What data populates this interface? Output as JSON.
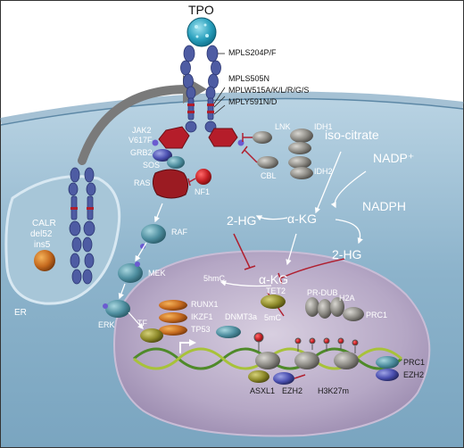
{
  "labels": {
    "tpo": "TPO",
    "mut1": "MPLS204P/F",
    "mut2": "MPLS505N",
    "mut3": "MPLW515A/K/L/R/G/S",
    "mut4": "MPLY591N/D",
    "jak2": "JAK2",
    "v617f": "V617F",
    "grb2": "GRB2",
    "sos": "SOS",
    "ras": "RAS",
    "nf1": "NF1",
    "lnk": "LNK",
    "cbl": "CBL",
    "idh1": "IDH1",
    "idh2": "IDH2",
    "isocitrate": "iso-citrate",
    "nadp": "NADP⁺",
    "nadph": "NADPH",
    "two_hg_left": "2-HG",
    "akg_top": "α-KG",
    "two_hg_right": "2-HG",
    "akg_nuc": "α-KG",
    "five_hmc": "5hmC",
    "tet2": "TET2",
    "prdub": "PR-DUB",
    "h2a": "H2A",
    "prc1_top": "PRC1",
    "five_mc": "5mC",
    "dnmt3a": "DNMT3a",
    "runx1": "RUNX1",
    "ikzf1": "IKZF1",
    "tp53": "TP53",
    "tf": "TF",
    "raf": "RAF",
    "mek": "MEK",
    "erk": "ERK",
    "calr": "CALR",
    "del52": "del52",
    "ins5": "ins5",
    "er": "ER",
    "asxl1": "ASXL1",
    "ezh2_mid": "EZH2",
    "h3k27m": "H3K27m",
    "prc1_bottom": "PRC1",
    "ezh2_bottom": "EZH2"
  },
  "colors": {
    "cytoplasm": "#8fb6cf",
    "nucleus": "#b4a6c3",
    "receptor": "#4a5a9a",
    "jak": "#b01e2b",
    "ras": "#9b1b22",
    "erk_pathway": "#6fa0ad",
    "idh": "#8d8c88",
    "inhibit": "#b02030",
    "er": "#a9c7d9"
  }
}
